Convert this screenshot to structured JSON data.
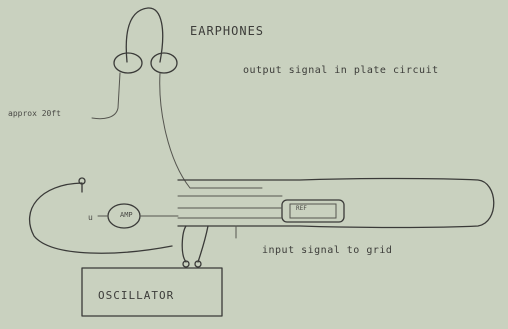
{
  "labels": {
    "earphones": "EARPHONES",
    "output_signal": "output signal in plate circuit",
    "approx": "approx 20ft",
    "input_signal": "input signal to grid",
    "oscillator": "OSCILLATOR",
    "amp": "AMP",
    "u": "u",
    "tube": "REF"
  }
}
